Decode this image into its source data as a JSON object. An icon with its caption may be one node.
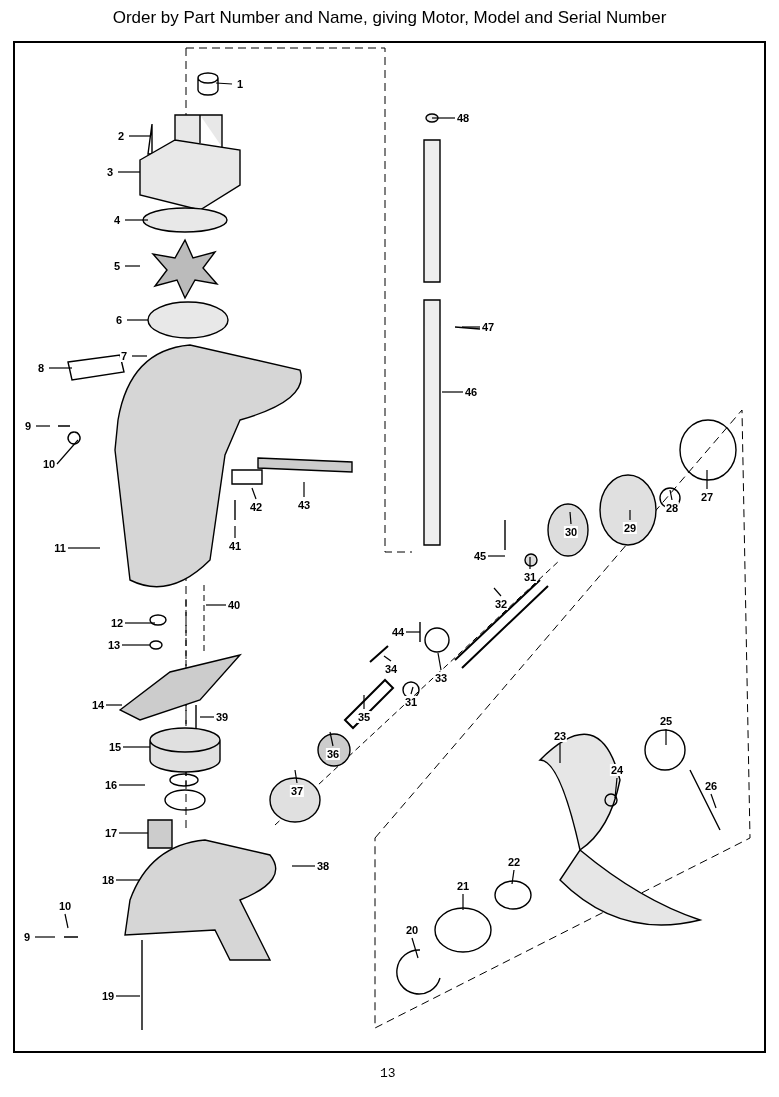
{
  "diagram": {
    "title": "Order by Part Number and Name, giving Motor, Model and Serial Number",
    "nodes": [
      {
        "text": [
          "1"
        ]
      },
      {
        "text": [
          "2"
        ]
      },
      {
        "text": [
          "3"
        ]
      },
      {
        "text": [
          "4"
        ]
      },
      {
        "text": [
          "5"
        ]
      },
      {
        "text": [
          "6"
        ]
      },
      {
        "text": [
          "7"
        ]
      },
      {
        "text": [
          "8"
        ]
      },
      {
        "text": [
          "9"
        ]
      },
      {
        "text": [
          "10"
        ]
      },
      {
        "text": [
          "11"
        ]
      },
      {
        "text": [
          "12"
        ]
      },
      {
        "text": [
          "13"
        ]
      },
      {
        "text": [
          "14"
        ]
      },
      {
        "text": [
          "15"
        ]
      },
      {
        "text": [
          "16"
        ]
      },
      {
        "text": [
          "17"
        ]
      },
      {
        "text": [
          "18"
        ]
      },
      {
        "text": [
          "10"
        ]
      },
      {
        "text": [
          "9"
        ]
      },
      {
        "text": [
          "19"
        ]
      },
      {
        "text": [
          "20"
        ]
      },
      {
        "text": [
          "21"
        ]
      },
      {
        "text": [
          "22"
        ]
      },
      {
        "text": [
          "23"
        ]
      },
      {
        "text": [
          "24"
        ]
      },
      {
        "text": [
          "25"
        ]
      },
      {
        "text": [
          "26"
        ]
      },
      {
        "text": [
          "27"
        ]
      },
      {
        "text": [
          "28"
        ]
      },
      {
        "text": [
          "29"
        ]
      },
      {
        "text": [
          "30"
        ]
      },
      {
        "text": [
          "31"
        ]
      },
      {
        "text": [
          "32"
        ]
      },
      {
        "text": [
          "33"
        ]
      },
      {
        "text": [
          "34"
        ]
      },
      {
        "text": [
          "31"
        ]
      },
      {
        "text": [
          "35"
        ]
      },
      {
        "text": [
          "36"
        ]
      },
      {
        "text": [
          "37"
        ]
      },
      {
        "text": [
          "38"
        ]
      },
      {
        "text": [
          "39"
        ]
      },
      {
        "text": [
          "40"
        ]
      },
      {
        "text": [
          "41"
        ]
      },
      {
        "text": [
          "42"
        ]
      },
      {
        "text": [
          "43"
        ]
      },
      {
        "text": [
          "44"
        ]
      },
      {
        "text": [
          "45"
        ]
      },
      {
        "text": [
          "46"
        ]
      },
      {
        "text": [
          "47"
        ]
      },
      {
        "text": [
          "48"
        ]
      }
    ],
    "edges": [
      {
        "from": 0,
        "to": null,
        "arrow": "none"
      },
      {
        "from": 1,
        "to": null,
        "arrow": "none"
      },
      {
        "from": 2,
        "to": null,
        "arrow": "none"
      },
      {
        "from": 3,
        "to": null,
        "arrow": "none"
      },
      {
        "from": 4,
        "to": null,
        "arrow": "none"
      },
      {
        "from": 5,
        "to": null,
        "arrow": "none"
      },
      {
        "from": 6,
        "to": null,
        "arrow": "none"
      },
      {
        "from": 7,
        "to": null,
        "arrow": "none"
      },
      {
        "from": 8,
        "to": null,
        "arrow": "none"
      },
      {
        "from": 9,
        "to": null,
        "arrow": "none"
      },
      {
        "from": 10,
        "to": null,
        "arrow": "none"
      },
      {
        "from": 11,
        "to": null,
        "arrow": "none"
      },
      {
        "from": 12,
        "to": null,
        "arrow": "none"
      },
      {
        "from": 13,
        "to": null,
        "arrow": "none"
      },
      {
        "from": 14,
        "to": null,
        "arrow": "none"
      },
      {
        "from": 15,
        "to": null,
        "arrow": "none"
      },
      {
        "from": 16,
        "to": null,
        "arrow": "none"
      },
      {
        "from": 17,
        "to": null,
        "arrow": "none"
      },
      {
        "from": 18,
        "to": null,
        "arrow": "none"
      },
      {
        "from": 19,
        "to": null,
        "arrow": "none"
      },
      {
        "from": 20,
        "to": null,
        "arrow": "none"
      },
      {
        "from": 21,
        "to": null,
        "arrow": "none"
      },
      {
        "from": 22,
        "to": null,
        "arrow": "none"
      },
      {
        "from": 23,
        "to": null,
        "arrow": "none"
      },
      {
        "from": 24,
        "to": null,
        "arrow": "none"
      },
      {
        "from": 25,
        "to": null,
        "arrow": "none"
      },
      {
        "from": 26,
        "to": null,
        "arrow": "none"
      },
      {
        "from": 27,
        "to": null,
        "arrow": "none"
      },
      {
        "from": 28,
        "to": null,
        "arrow": "none"
      },
      {
        "from": 29,
        "to": null,
        "arrow": "none"
      },
      {
        "from": 30,
        "to": null,
        "arrow": "none"
      },
      {
        "from": 31,
        "to": null,
        "arrow": "none"
      },
      {
        "from": 32,
        "to": null,
        "arrow": "none"
      },
      {
        "from": 33,
        "to": null,
        "arrow": "none"
      },
      {
        "from": 34,
        "to": null,
        "arrow": "none"
      },
      {
        "from": 35,
        "to": null,
        "arrow": "none"
      },
      {
        "from": 36,
        "to": null,
        "arrow": "none"
      },
      {
        "from": 37,
        "to": null,
        "arrow": "none"
      },
      {
        "from": 38,
        "to": null,
        "arrow": "none"
      },
      {
        "from": 39,
        "to": null,
        "arrow": "none"
      },
      {
        "from": 40,
        "to": null,
        "arrow": "none"
      },
      {
        "from": 41,
        "to": null,
        "arrow": "none"
      },
      {
        "from": 42,
        "to": null,
        "arrow": "none"
      },
      {
        "from": 43,
        "to": null,
        "arrow": "none"
      },
      {
        "from": 44,
        "to": null,
        "arrow": "none"
      },
      {
        "from": 45,
        "to": null,
        "arrow": "none"
      },
      {
        "from": 46,
        "to": null,
        "arrow": "none"
      },
      {
        "from": 47,
        "to": null,
        "arrow": "none"
      },
      {
        "from": 48,
        "to": null,
        "arrow": "none"
      },
      {
        "from": 49,
        "to": null,
        "arrow": "none"
      },
      {
        "from": 50,
        "to": null,
        "arrow": "none"
      }
    ],
    "labels": [
      "13"
    ]
  }
}
